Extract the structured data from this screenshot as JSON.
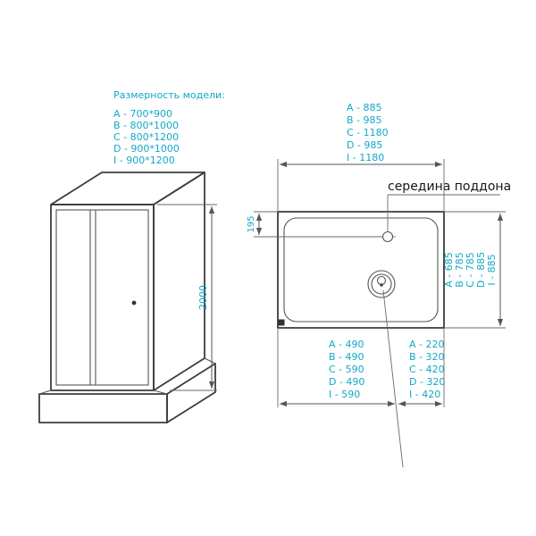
{
  "colors": {
    "dimension_text": "#12a9c6",
    "line": "#3c3c3c",
    "label_text": "#161616"
  },
  "left_panel": {
    "title": "Размерность модели:",
    "models": [
      "A - 700*900",
      "B - 800*1000",
      "C - 800*1200",
      "D - 900*1000",
      "I - 900*1200"
    ],
    "height_dim": "2000"
  },
  "top_view": {
    "label_mid": "середина поддона",
    "left_dim": "195",
    "top_dims": [
      "A - 885",
      "B - 985",
      "C - 1180",
      "D - 985",
      "I - 1180"
    ],
    "right_dims": [
      "A - 685",
      "B - 785",
      "C - 785",
      "D - 885",
      "I - 885"
    ],
    "bottom_left_dims": [
      "A - 490",
      "B - 490",
      "C - 590",
      "D - 490",
      "I - 590"
    ],
    "bottom_right_dims": [
      "A - 220",
      "B - 320",
      "C - 420",
      "D - 320",
      "I - 420"
    ]
  }
}
